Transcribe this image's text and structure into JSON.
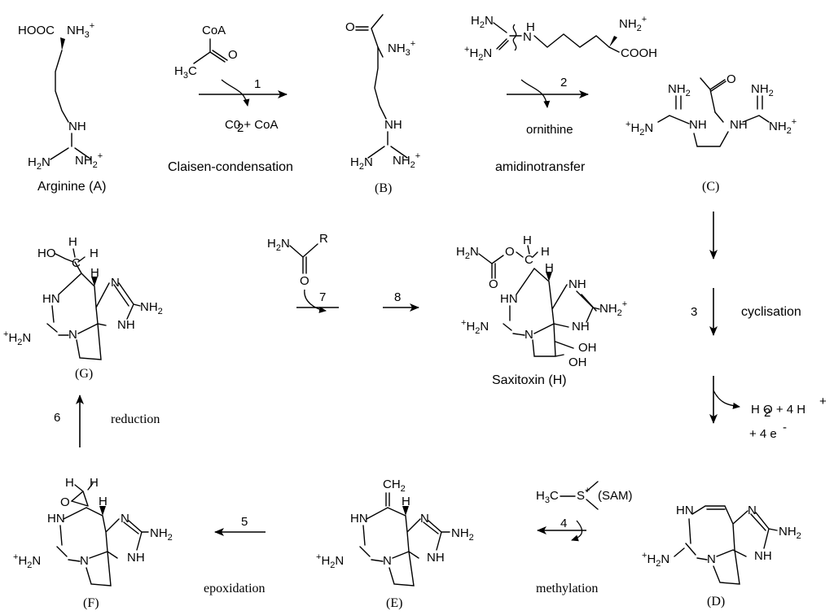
{
  "compounds": {
    "A": {
      "label": "Arginine (A)",
      "cooh": "HOOC",
      "nh3": "NH",
      "nh": "NH",
      "h2n": "H",
      "nh2p": "NH"
    },
    "B": {
      "label": "(B)",
      "nh3": "NH",
      "nh": "NH",
      "h2n": "H",
      "nh2p": "NH"
    },
    "C": {
      "label": "(C)"
    },
    "D": {
      "label": "(D)"
    },
    "E": {
      "label": "(E)"
    },
    "F": {
      "label": "(F)"
    },
    "G": {
      "label": "(G)"
    },
    "H": {
      "label": "Saxitoxin (H)"
    }
  },
  "reagents": {
    "coa": "CoA",
    "o": "O",
    "h3c": "H",
    "ornithine_donor_cooh": "COOH",
    "amide_r": "R",
    "sam": "(SAM)"
  },
  "steps": [
    {
      "number": "1",
      "name": "Claisen-condensation",
      "byproduct": "C0  + CoA"
    },
    {
      "number": "2",
      "name": "amidinotransfer",
      "byproduct": "ornithine"
    },
    {
      "number": "3",
      "name": "cyclisation",
      "byproduct": "H O + 4 H",
      "byproduct2": "+ 4 e"
    },
    {
      "number": "4",
      "name": "methylation"
    },
    {
      "number": "5",
      "name": "epoxidation"
    },
    {
      "number": "6",
      "name": "reduction"
    },
    {
      "number": "7",
      "name": ""
    },
    {
      "number": "8",
      "name": ""
    }
  ]
}
